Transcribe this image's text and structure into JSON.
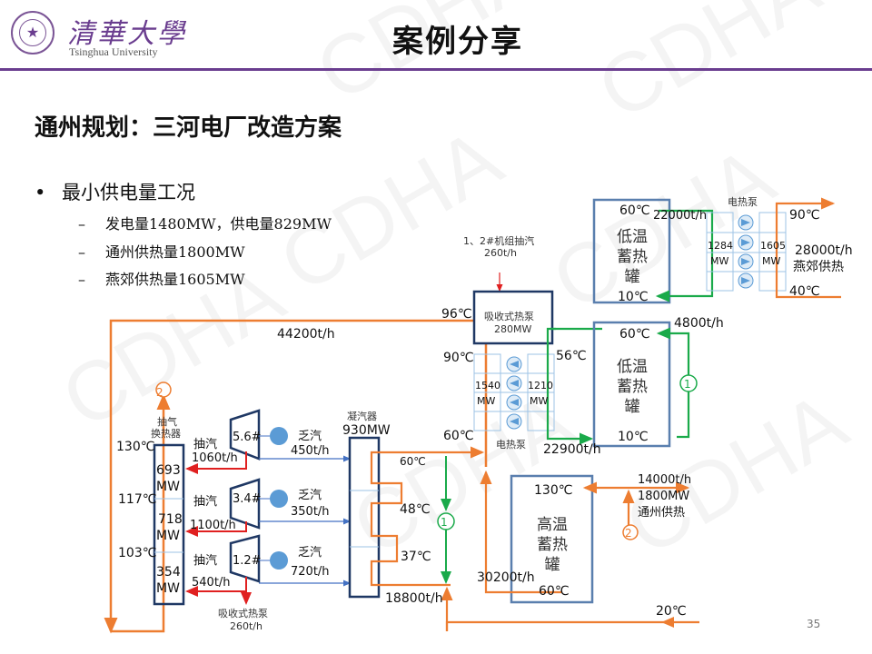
{
  "header": {
    "logo_cn": "清華大學",
    "logo_en": "Tsinghua University",
    "title": "案例分享",
    "accent_color": "#6a3d8f"
  },
  "watermark": "CDHA",
  "subtitle": "通州规划：三河电厂改造方案",
  "bullets": [
    {
      "label": "最小供电量工况",
      "items": [
        "发电量1480MW，供电量829MW",
        "通州供热量1800MW",
        "燕郊供热量1605MW"
      ]
    }
  ],
  "diagram": {
    "colors": {
      "hot_water": "#ed7d31",
      "cold_water": "#1aaa4a",
      "steam": "#e02020",
      "exhaust": "#4472c4",
      "equipment": "#1f3864",
      "tank": "#5a7fae"
    },
    "extraction_hx": {
      "name_line1": "抽气",
      "name_line2": "换热器",
      "sections": [
        {
          "power": "693",
          "unit": "MW"
        },
        {
          "power": "718",
          "unit": "MW"
        },
        {
          "power": "354",
          "unit": "MW"
        }
      ],
      "temps": [
        "130℃",
        "117℃",
        "103℃"
      ]
    },
    "turbines": [
      {
        "name": "5.6#",
        "extract_label": "抽汽",
        "extract_flow": "1060t/h",
        "exhaust_label": "乏汽",
        "exhaust_flow": "450t/h"
      },
      {
        "name": "3.4#",
        "extract_label": "抽汽",
        "extract_flow": "1100t/h",
        "exhaust_label": "乏汽",
        "exhaust_flow": "350t/h"
      },
      {
        "name": "1.2#",
        "extract_label": "抽汽",
        "extract_flow": "540t/h",
        "exhaust_label": "乏汽",
        "exhaust_flow": "720t/h"
      }
    ],
    "absorption_branch": {
      "label": "吸收式热泵",
      "flow": "260t/h"
    },
    "condenser": {
      "label": "凝汽器",
      "power": "930MW",
      "temps": [
        "60℃",
        "48℃",
        "37℃"
      ],
      "return_flow": "18800t/h"
    },
    "absorption_heat_pump": {
      "label": "吸收式热泵",
      "power": "280MW",
      "steam_in_label": "1、2#机组抽汽",
      "steam_in_flow": "260t/h"
    },
    "loop_flow": "44200t/h",
    "electric_heat_pump_1": {
      "label": "电热泵",
      "left_power": "1540",
      "right_power": "1210",
      "unit": "MW",
      "temps": {
        "t96": "96℃",
        "t90": "90℃",
        "t60": "60℃",
        "t56": "56℃"
      },
      "out_flow": "22900t/h"
    },
    "mid_60": "60℃",
    "low_tank_1": {
      "name": "低温蓄热罐",
      "top": "60℃",
      "bottom": "10℃",
      "loop_flow": "4800t/h",
      "marker": "1"
    },
    "low_tank_2": {
      "name": "低温蓄热罐",
      "top": "60℃",
      "bottom": "10℃",
      "flow": "22000t/h"
    },
    "electric_heat_pump_2": {
      "label": "电热泵",
      "left_power": "1284",
      "right_power": "1605",
      "unit": "MW"
    },
    "yanjiao": {
      "supply_temp": "90℃",
      "return_temp": "40℃",
      "flow": "28000t/h",
      "label": "燕郊供热"
    },
    "high_tank": {
      "name": "高温蓄热罐",
      "top": "130℃",
      "bottom": "60℃",
      "out_flow": "30200t/h"
    },
    "tongzhou": {
      "flow": "14000t/h",
      "power": "1800MW",
      "label": "通州供热",
      "marker": "2"
    },
    "return_temp": "20℃",
    "marker_1": "1",
    "marker_2": "2"
  },
  "page_number": "35"
}
